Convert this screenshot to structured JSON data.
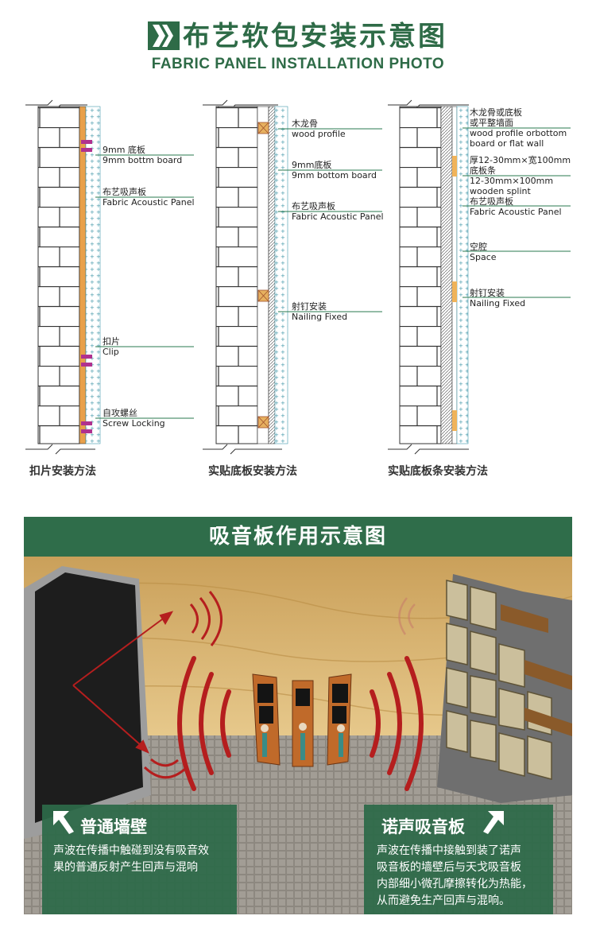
{
  "header": {
    "title": "布艺软包安装示意图",
    "subtitle": "FABRIC PANEL INSTALLATION PHOTO"
  },
  "diagrams": [
    {
      "caption": "扣片安装方法",
      "labels": [
        {
          "cn": "9mm 底板",
          "en": "9mm bottm board"
        },
        {
          "cn": "布艺吸声板",
          "en": "Fabric Acoustic Panel"
        },
        {
          "cn": "扣片",
          "en": "Clip"
        },
        {
          "cn": "自攻螺丝",
          "en": "Screw Locking"
        }
      ]
    },
    {
      "caption": "实贴底板安装方法",
      "labels": [
        {
          "cn": "木龙骨",
          "en": "wood profile"
        },
        {
          "cn": "9mm底板",
          "en": "9mm bottom board"
        },
        {
          "cn": "布艺吸声板",
          "en": "Fabric Acoustic Panel"
        },
        {
          "cn": "射钉安装",
          "en": "Nailing Fixed"
        }
      ]
    },
    {
      "caption": "实贴底板条安装方法",
      "labels": [
        {
          "cn": "木龙骨或底板",
          "cn2": "或平整墙面",
          "en": "wood profile orbottom",
          "en2": "board or flat wall"
        },
        {
          "cn": "厚12-30mm×宽100mm",
          "cn2": "底板条",
          "en": "12-30mm×100mm",
          "en2": "wooden splint"
        },
        {
          "cn": "布艺吸声板",
          "en": "Fabric Acoustic Panel"
        },
        {
          "cn": "空腔",
          "en": "Space"
        },
        {
          "cn": "射钉安装",
          "en": "Nailing Fixed"
        }
      ]
    }
  ],
  "effect": {
    "banner": "吸音板作用示意图",
    "left_box": {
      "title": "普通墙壁",
      "lines": [
        "声波在传播中触碰到没有吸音效",
        "果的普通反射产生回声与混响"
      ]
    },
    "right_box": {
      "title": "诺声吸音板",
      "lines": [
        "声波在传播中接触到装了诺声",
        "吸音板的墙壁后与天戈吸音板",
        "内部细小微孔摩擦转化为热能，",
        "从而避免生产回声与混响。"
      ]
    }
  },
  "colors": {
    "brand_green": "#2e6b47",
    "banner_green": "#2f6d4a",
    "label_line": "#2a7a4f",
    "clip_purple": "#b0318f",
    "wave_red": "#b51e1e",
    "wood_yellow": "#d9b06a",
    "speaker_orange": "#b5672c"
  },
  "icons": [
    "chevron-logo-icon",
    "arrow-up-left-icon",
    "arrow-up-right-icon"
  ]
}
